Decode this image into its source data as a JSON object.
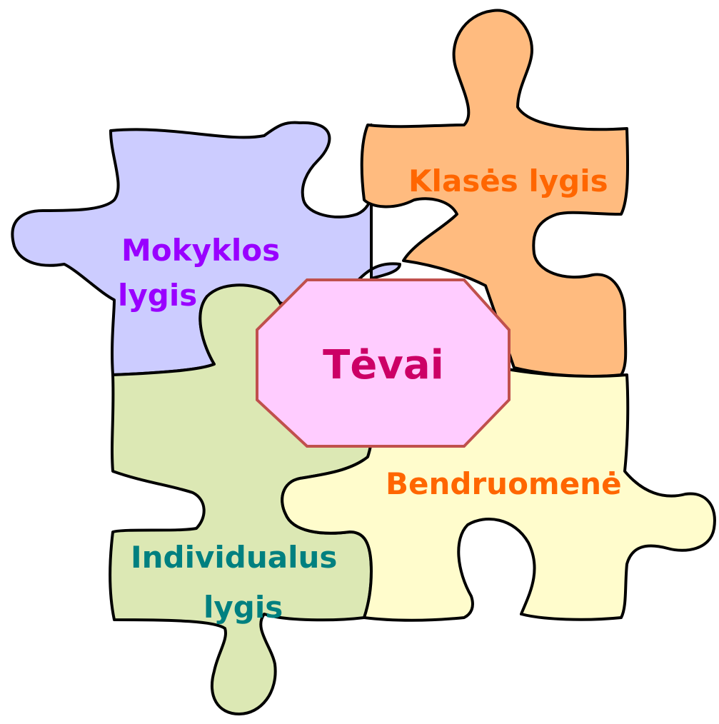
{
  "diagram": {
    "pieces": {
      "school": {
        "label_line1": "Mokyklos",
        "label_line2": "lygis",
        "fill": "#ccccff",
        "text_color": "#9900ff"
      },
      "class": {
        "label": "Klasės lygis",
        "fill": "#ffbb7f",
        "text_color": "#ff6600"
      },
      "individual": {
        "label_line1": "Individualus",
        "label_line2": "lygis",
        "fill": "#dce8b4",
        "text_color": "#008080"
      },
      "community": {
        "label": "Bendruomenė",
        "fill": "#fffccc",
        "text_color": "#ff6600"
      }
    },
    "center": {
      "label": "Tėvai",
      "fill": "#ffccff",
      "stroke": "#c0504d",
      "text_color": "#cc0066"
    }
  }
}
